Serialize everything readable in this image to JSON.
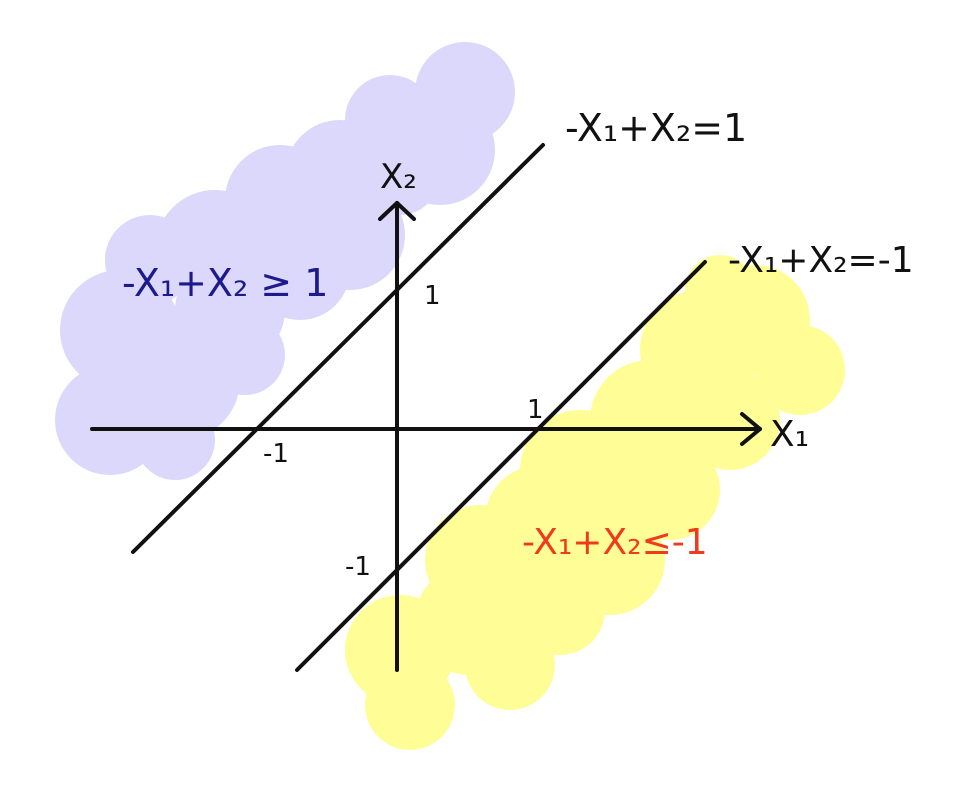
{
  "axes": {
    "x_label": "X₁",
    "y_label": "X₂",
    "ticks": {
      "x_pos": "1",
      "x_neg": "-1",
      "y_pos": "1",
      "y_neg": "-1"
    }
  },
  "lines": {
    "upper_eq": "-X₁+X₂=1",
    "lower_eq": "-X₁+X₂=-1"
  },
  "regions": {
    "upper": {
      "label": "-X₁+X₂ ≥ 1",
      "fill": "#dcd8fb",
      "text_color": "#1d1a8c"
    },
    "lower": {
      "label": "-X₁+X₂≤-1",
      "fill": "#fffd96",
      "text_color": "#f03a1e"
    }
  },
  "colors": {
    "ink": "#111111"
  }
}
